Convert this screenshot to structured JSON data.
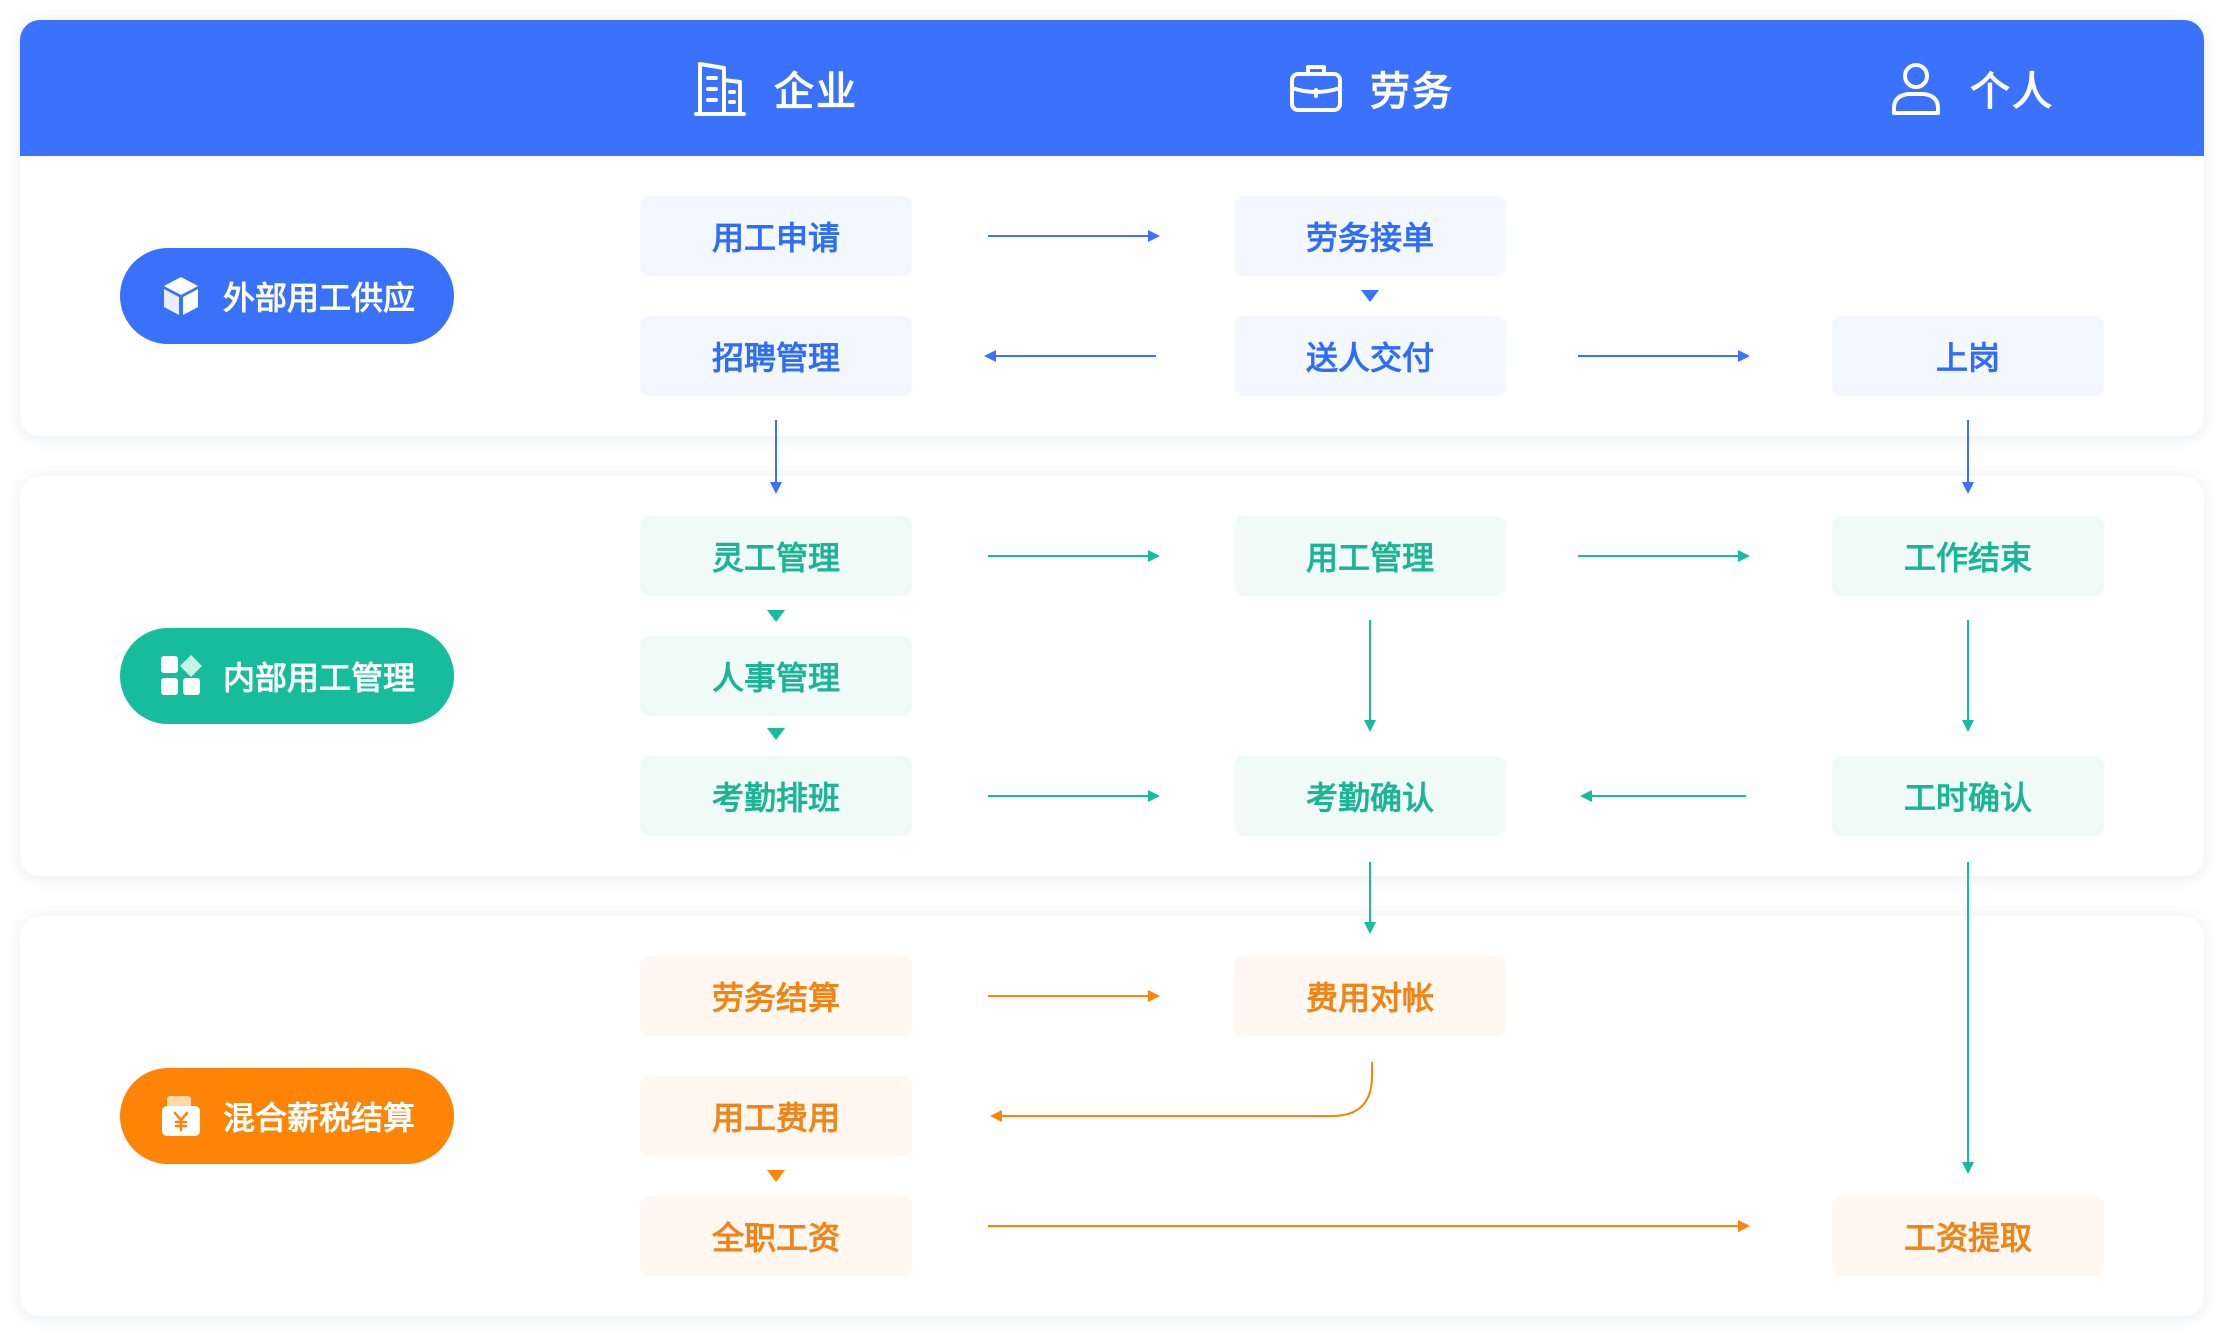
{
  "colors": {
    "blue": "#3b72fd",
    "green": "#17bc9d",
    "orange": "#fd8407"
  },
  "header": {
    "enterprise": {
      "label": "企业",
      "icon": "building-icon"
    },
    "labor": {
      "label": "劳务",
      "icon": "briefcase-icon"
    },
    "personal": {
      "label": "个人",
      "icon": "person-icon"
    }
  },
  "sections": {
    "external": {
      "label": "外部用工供应",
      "icon": "cube-icon"
    },
    "internal": {
      "label": "内部用工管理",
      "icon": "apps-icon"
    },
    "payroll": {
      "label": "混合薪税结算",
      "icon": "wallet-icon"
    }
  },
  "nodes": {
    "employment_application": "用工申请",
    "labor_order": "劳务接单",
    "recruitment_management": "招聘管理",
    "dispatch_delivery": "送人交付",
    "onboard": "上岗",
    "flexible_work_management": "灵工管理",
    "employment_management": "用工管理",
    "work_end": "工作结束",
    "hr_management": "人事管理",
    "attendance_scheduling": "考勤排班",
    "attendance_confirmation": "考勤确认",
    "hours_confirmation": "工时确认",
    "labor_settlement": "劳务结算",
    "expense_reconciliation": "费用对帐",
    "employment_costs": "用工费用",
    "fulltime_payroll": "全职工资",
    "salary_withdrawal": "工资提取"
  }
}
